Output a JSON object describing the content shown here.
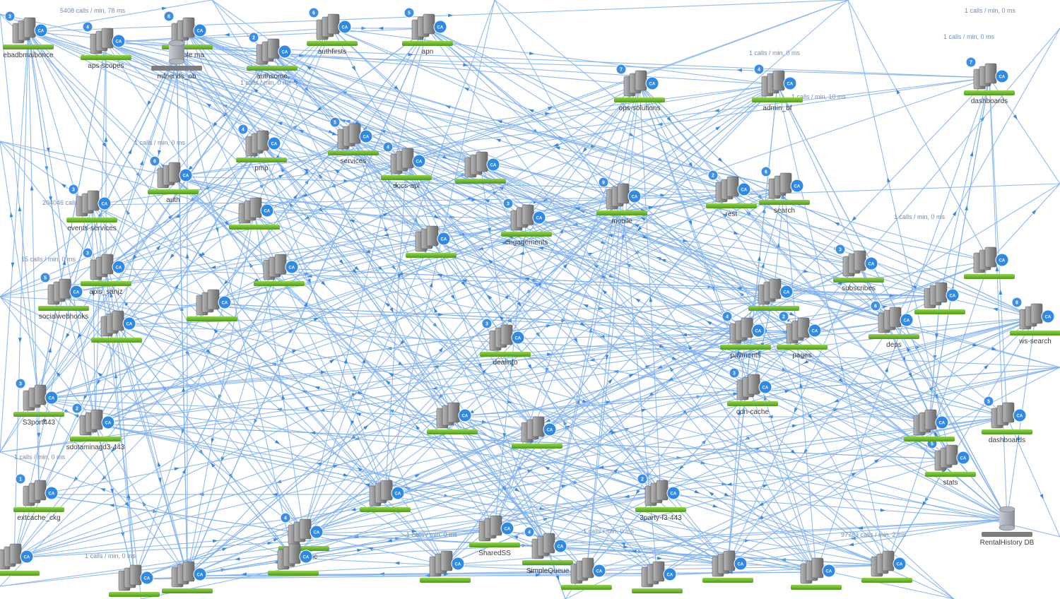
{
  "diagram": {
    "kind": "application dependency flow map",
    "edge_color": "#7fb0ee",
    "arrow_color": "#3a86e0",
    "health_bar_color": "#6cb52d",
    "tier_icon": "server-stack-icon",
    "agent_badge": "CA",
    "nodes": [
      {
        "id": "n1",
        "label": "ebadbmaibonce",
        "icon": "server-stack-icon",
        "badge": "3"
      },
      {
        "id": "n2",
        "label": "aps-scopes",
        "icon": "server-stack-icon",
        "badge": "4"
      },
      {
        "id": "n3",
        "label": "eligible ma",
        "icon": "server-stack-icon",
        "badge": "8"
      },
      {
        "id": "n4",
        "label": "authsome",
        "icon": "server-stack-icon",
        "badge": "2"
      },
      {
        "id": "n5",
        "label": "authfirsts",
        "icon": "server-stack-icon",
        "badge": "6"
      },
      {
        "id": "n6",
        "label": "apn",
        "icon": "server-stack-icon",
        "badge": "5"
      },
      {
        "id": "n7",
        "label": "mfriends_ob",
        "icon": "database-icon",
        "badge": ""
      },
      {
        "id": "n8",
        "label": "ops-solutions",
        "icon": "server-stack-icon",
        "badge": "7"
      },
      {
        "id": "n9",
        "label": "admin_bf",
        "icon": "server-stack-icon",
        "badge": "4"
      },
      {
        "id": "n10",
        "label": "socialwebhooks",
        "icon": "server-stack-icon",
        "badge": "5"
      },
      {
        "id": "n11",
        "label": "events-services",
        "icon": "server-stack-icon",
        "badge": "3"
      },
      {
        "id": "n12",
        "label": "apis_sanjz",
        "icon": "server-stack-icon",
        "badge": "3"
      },
      {
        "id": "n13",
        "label": "auth",
        "icon": "server-stack-icon",
        "badge": "6"
      },
      {
        "id": "n14",
        "label": "pmp",
        "icon": "server-stack-icon",
        "badge": "4"
      },
      {
        "id": "n15",
        "label": "services",
        "icon": "server-stack-icon",
        "badge": "5"
      },
      {
        "id": "n16",
        "label": "dashboards",
        "icon": "server-stack-icon",
        "badge": "7"
      },
      {
        "id": "n17",
        "label": "mobile",
        "icon": "server-stack-icon",
        "badge": "9"
      },
      {
        "id": "n18",
        "label": "docs-api",
        "icon": "server-stack-icon",
        "badge": "4"
      },
      {
        "id": "n19",
        "label": "engagements",
        "icon": "server-stack-icon",
        "badge": "3"
      },
      {
        "id": "n20",
        "label": "rest",
        "icon": "server-stack-icon",
        "badge": "2"
      },
      {
        "id": "n21",
        "label": "search",
        "icon": "server-stack-icon",
        "badge": "6"
      },
      {
        "id": "n22",
        "label": "ws-search",
        "icon": "server-stack-icon",
        "badge": "8"
      },
      {
        "id": "n23",
        "label": "dealinfo",
        "icon": "server-stack-icon",
        "badge": "3"
      },
      {
        "id": "n24",
        "label": "payments",
        "icon": "server-stack-icon",
        "badge": "4"
      },
      {
        "id": "n25",
        "label": "pages",
        "icon": "server-stack-icon",
        "badge": "2"
      },
      {
        "id": "n26",
        "label": "dashboards",
        "icon": "server-stack-icon",
        "badge": "5"
      },
      {
        "id": "n27",
        "label": "S3port443",
        "icon": "server-stack-icon",
        "badge": "3"
      },
      {
        "id": "n28",
        "label": "sdotaminagd3-443",
        "icon": "server-stack-icon",
        "badge": "2"
      },
      {
        "id": "n29",
        "label": "extcache_ckg",
        "icon": "server-stack-icon",
        "badge": "1"
      },
      {
        "id": "n30",
        "label": "ws_sync",
        "icon": "server-stack-icon",
        "badge": "4"
      },
      {
        "id": "n31",
        "label": "SharedSS",
        "icon": "server-stack-icon",
        "badge": ""
      },
      {
        "id": "n32",
        "label": "SimpleQueue",
        "icon": "server-stack-icon",
        "badge": "4"
      },
      {
        "id": "n33",
        "label": "RentalHistory DB",
        "icon": "database-icon",
        "badge": ""
      },
      {
        "id": "n34",
        "label": "3party-f3-443",
        "icon": "server-stack-icon",
        "badge": "2"
      },
      {
        "id": "n35",
        "label": "cdn-cache",
        "icon": "server-stack-icon",
        "badge": "3"
      },
      {
        "id": "n36",
        "label": "stats",
        "icon": "server-stack-icon",
        "badge": "5"
      },
      {
        "id": "n37",
        "label": "subscribes",
        "icon": "server-stack-icon",
        "badge": "3"
      },
      {
        "id": "n38",
        "label": "deps",
        "icon": "server-stack-icon",
        "badge": "6"
      }
    ],
    "edge_labels": [
      "5408 calls / min, 78 ms",
      "1 calls / min, 0 ms",
      "1 calls / min, 0 ms",
      "1 calls / min, 0 ms",
      "1 calls / min, 0 ms",
      "1 calls / min, 10 ms",
      "1 calls / min, 0 ms",
      "1 calls / min, 0 ms",
      "204046 calls / min",
      "15 calls / min, 0 ms",
      "1 calls / min, 0 ms",
      "97783 calls / min, 2 ms",
      "1 calls / min, 0 ms",
      "1 calls / min, 0 ms",
      "1 calls / min, 0 ms"
    ]
  }
}
